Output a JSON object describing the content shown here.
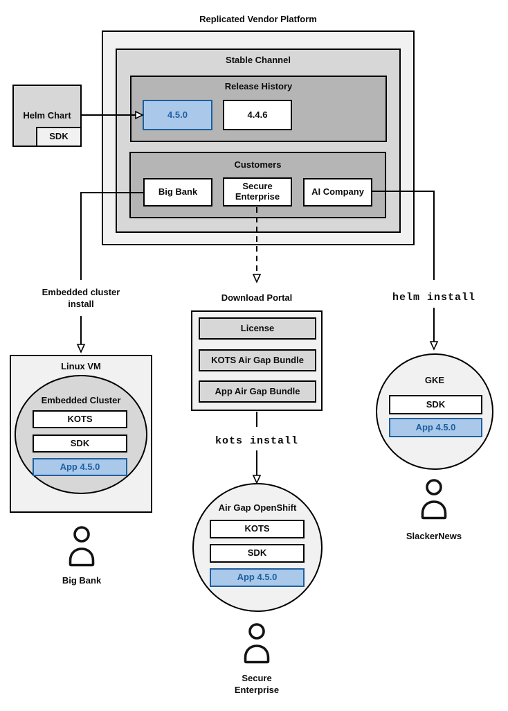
{
  "title": "Replicated Vendor Platform",
  "colors": {
    "highlight_fill": "#a9c8ea",
    "highlight_border": "#1e5f9e",
    "highlight_text": "#1e5f9e",
    "fill_light": "#f1f1f1",
    "fill_mid": "#d7d7d7",
    "fill_dark": "#b5b5b5"
  },
  "platform": {
    "stable_channel": {
      "label": "Stable Channel"
    },
    "release_history": {
      "label": "Release History",
      "releases": [
        "4.5.0",
        "4.4.6"
      ]
    },
    "customers": {
      "label": "Customers",
      "items": [
        "Big Bank",
        "Secure Enterprise",
        "AI Company"
      ]
    }
  },
  "helm_chart": {
    "label": "Helm Chart",
    "sdk": "SDK"
  },
  "left_flow": {
    "arrow_label": "Embedded cluster install",
    "vm": "Linux VM",
    "cluster": "Embedded Cluster",
    "components": [
      "KOTS",
      "SDK",
      "App 4.5.0"
    ],
    "persona": "Big Bank"
  },
  "middle_flow": {
    "portal": "Download Portal",
    "portal_items": [
      "License",
      "KOTS Air Gap Bundle",
      "App Air Gap Bundle"
    ],
    "command": "kots install",
    "cluster": "Air Gap OpenShift",
    "components": [
      "KOTS",
      "SDK",
      "App 4.5.0"
    ],
    "persona": "Secure Enterprise"
  },
  "right_flow": {
    "command": "helm install",
    "cluster": "GKE",
    "components": [
      "SDK",
      "App 4.5.0"
    ],
    "persona": "SlackerNews"
  }
}
